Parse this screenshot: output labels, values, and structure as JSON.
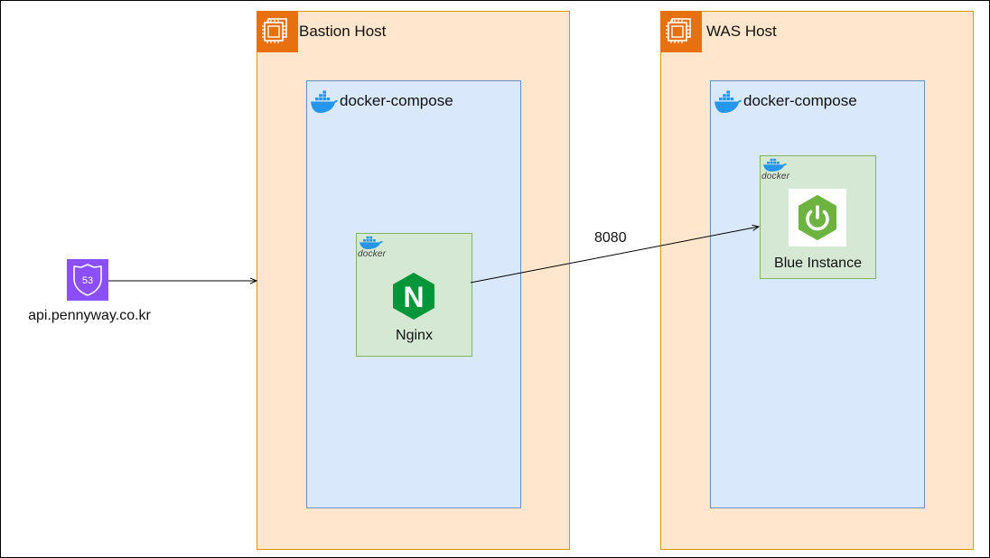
{
  "diagram": {
    "route53": {
      "icon": "route53-hosted-zone-icon",
      "badge": "53",
      "domain": "api.pennyway.co.kr",
      "color": "#8c4fff"
    },
    "bastion_host": {
      "title": "Bastion Host",
      "icon": "ec2-instance-icon",
      "compose": {
        "title": "docker-compose",
        "icon": "docker-whale-icon"
      },
      "container": {
        "docker_label": "docker",
        "service": "Nginx",
        "icon": "nginx-logo-icon",
        "icon_letter": "N"
      }
    },
    "was_host": {
      "title": "WAS Host",
      "icon": "ec2-instance-icon",
      "compose": {
        "title": "docker-compose",
        "icon": "docker-whale-icon"
      },
      "container": {
        "docker_label": "docker",
        "service": "Blue Instance",
        "icon": "spring-boot-logo-icon"
      }
    },
    "edges": [
      {
        "from": "route53",
        "to": "bastion_host",
        "label": ""
      },
      {
        "from": "nginx",
        "to": "blue_instance",
        "label": "8080"
      }
    ],
    "colors": {
      "host_fill": "#ffe6cc",
      "host_border": "#d79b00",
      "aws_orange": "#e7700f",
      "compose_fill": "#dae8fc",
      "compose_border": "#6c8ebf",
      "container_fill": "#d5e8d4",
      "container_border": "#82b366",
      "nginx_green": "#009639",
      "spring_green": "#6db33f",
      "docker_blue": "#2496ed"
    }
  }
}
